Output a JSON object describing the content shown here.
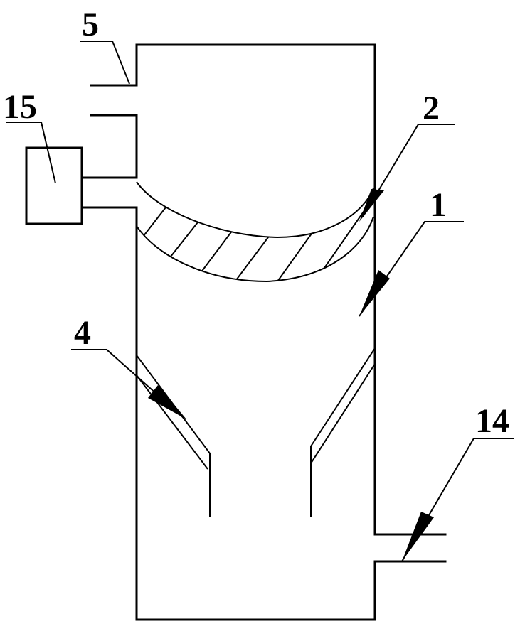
{
  "diagram": {
    "labels": {
      "part_1": "1",
      "part_2": "2",
      "part_4": "4",
      "part_5": "5",
      "part_14": "14",
      "part_15": "15"
    },
    "colors": {
      "line": "#000000",
      "background": "#ffffff"
    }
  }
}
